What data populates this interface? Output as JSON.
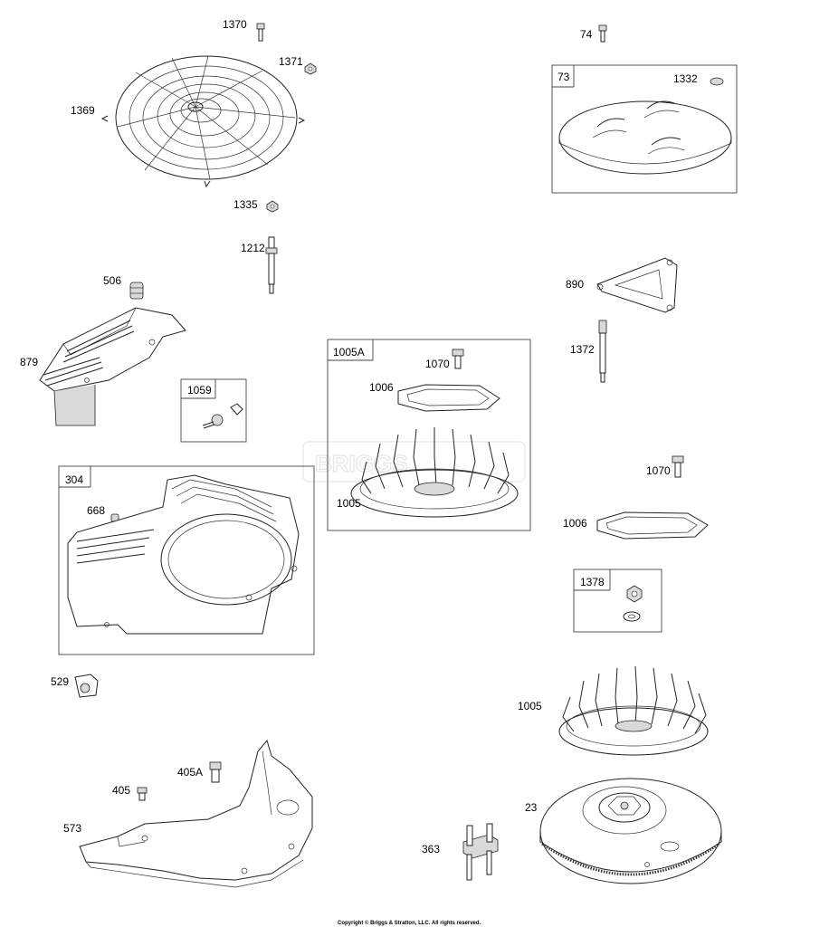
{
  "watermark": "BRIGGS",
  "copyright": "Copyright © Briggs & Stratton, LLC. All rights reserved.",
  "labels": {
    "p1370": "1370",
    "p1371": "1371",
    "p1369": "1369",
    "p1335": "1335",
    "p1212": "1212",
    "p506": "506",
    "p879": "879",
    "p1059": "1059",
    "p304": "304",
    "p668": "668",
    "p529": "529",
    "p405A": "405A",
    "p405": "405",
    "p573": "573",
    "p74": "74",
    "p73": "73",
    "p1332": "1332",
    "p890": "890",
    "p1372": "1372",
    "p1005A": "1005A",
    "p1070a": "1070",
    "p1006a": "1006",
    "p1005a": "1005",
    "p1070b": "1070",
    "p1006b": "1006",
    "p1378": "1378",
    "p1005b": "1005",
    "p23": "23",
    "p363": "363"
  }
}
